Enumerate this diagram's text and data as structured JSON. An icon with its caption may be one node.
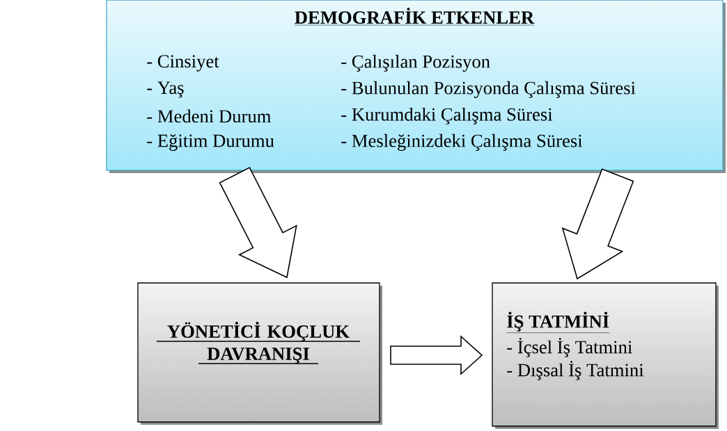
{
  "diagram": {
    "nodes": [
      {
        "text": [
          "DEMOGRAFİK ETKENLER",
          "- Cinsiyet",
          "- Çalışılan Pozisyon",
          "- Yaş",
          "- Bulunulan Pozisyonda Çalışma Süresi",
          "- Medeni Durum",
          "- Kurumdaki Çalışma Süresi",
          "- Eğitim Durumu",
          "- Mesleğinizdeki Çalışma Süresi"
        ]
      },
      {
        "text": [
          "YÖNETİCİ KOÇLUK DAVRANIŞI"
        ]
      },
      {
        "text": [
          "İŞ TATMİNİ",
          "- İçsel İş Tatmini",
          "- Dışsal İş Tatmini"
        ]
      }
    ],
    "edges": [
      {
        "from": 0,
        "to": 1,
        "arrow": "to"
      },
      {
        "from": 0,
        "to": 2,
        "arrow": "to"
      },
      {
        "from": 1,
        "to": 2,
        "arrow": "to"
      }
    ]
  }
}
